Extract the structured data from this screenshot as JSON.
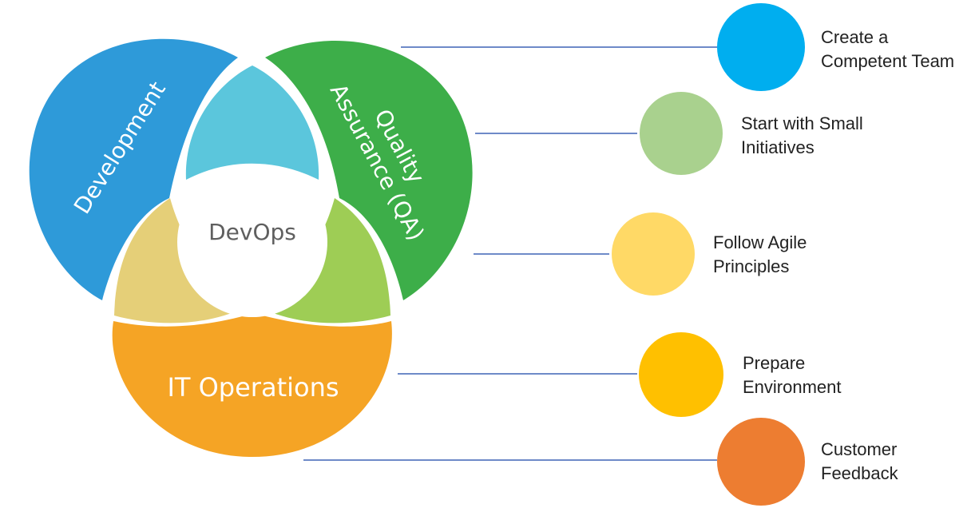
{
  "venn": {
    "segments": [
      {
        "name": "development",
        "label": "Development",
        "color": "#2E9AD9"
      },
      {
        "name": "quality-assurance",
        "label_lines": [
          "Quality",
          "Assurance (QA)"
        ],
        "color": "#3DAE49"
      },
      {
        "name": "it-operations",
        "label": "IT Operations",
        "color": "#F5A425"
      }
    ],
    "overlaps": {
      "dev_qa": "#5BC6DC",
      "dev_ops": "#E5CF78",
      "qa_ops": "#9ECD55"
    },
    "center_label": "DevOps",
    "connector_color": "#3F63B5"
  },
  "practices": [
    {
      "name": "create-competent-team",
      "lines": [
        "Create a",
        "Competent Team"
      ],
      "color": "#00AEEF"
    },
    {
      "name": "start-small-initiatives",
      "lines": [
        "Start with Small",
        "Initiatives"
      ],
      "color": "#A9D18E"
    },
    {
      "name": "follow-agile-principles",
      "lines": [
        "Follow Agile",
        "Principles"
      ],
      "color": "#FFD966"
    },
    {
      "name": "prepare-environment",
      "lines": [
        "Prepare",
        "Environment"
      ],
      "color": "#FFC000"
    },
    {
      "name": "customer-feedback",
      "lines": [
        "Customer",
        "Feedback"
      ],
      "color": "#ED7D31"
    }
  ]
}
